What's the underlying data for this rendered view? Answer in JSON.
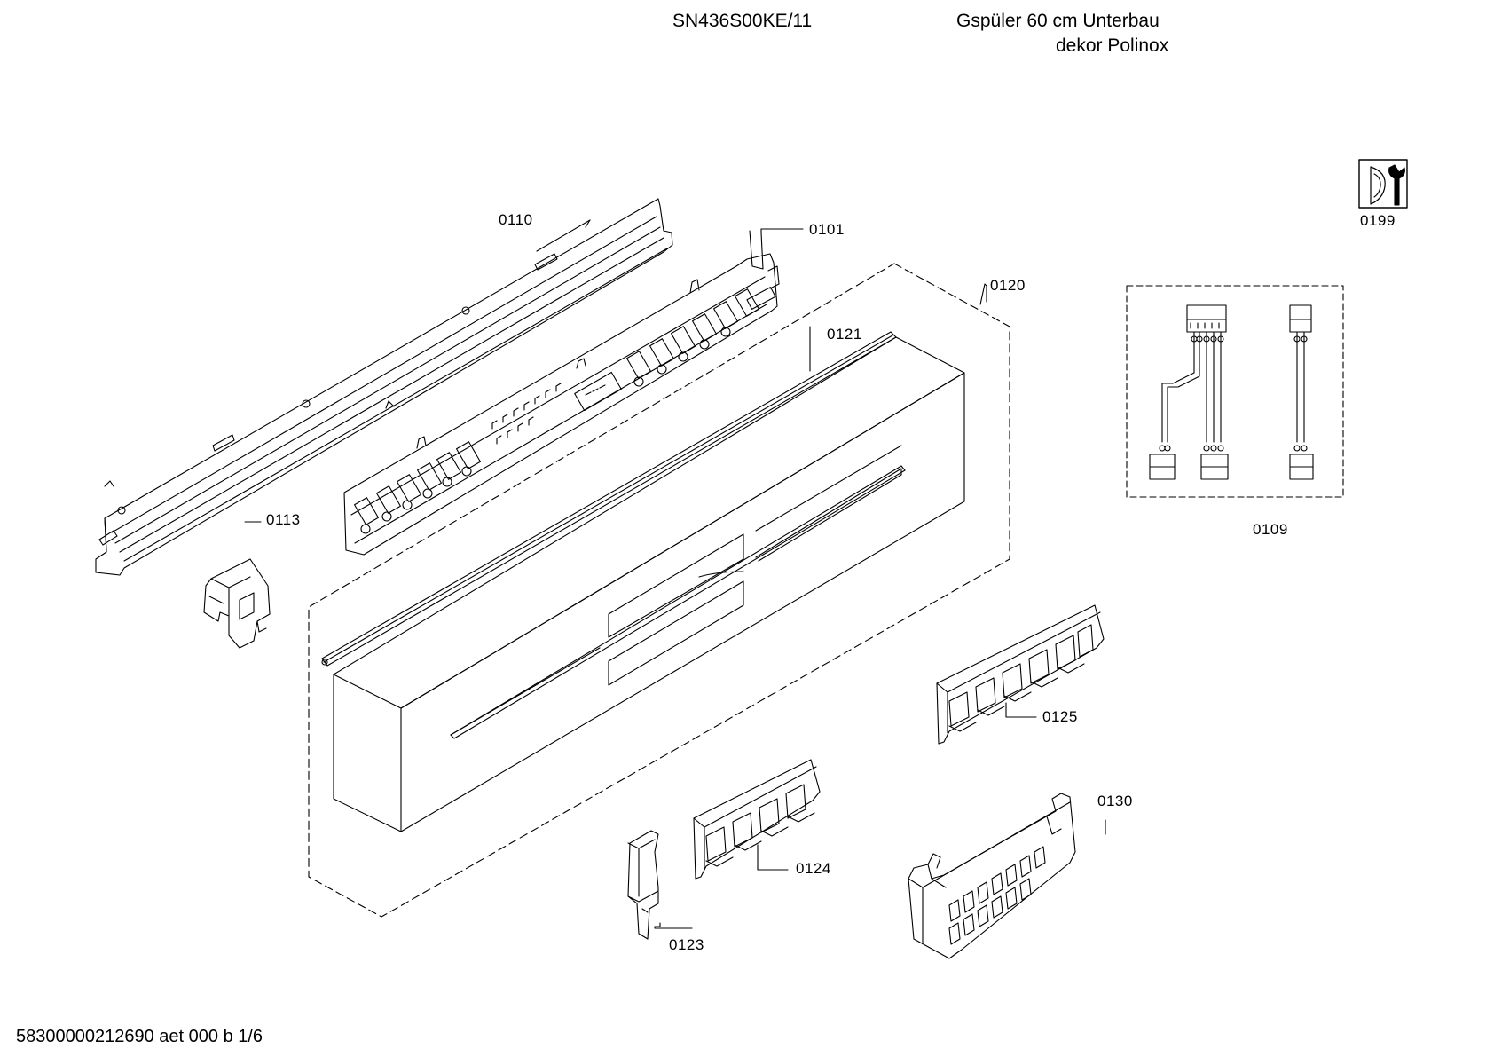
{
  "header": {
    "model": "SN436S00KE/11",
    "description_line1": "Gspüler 60 cm Unterbau",
    "description_line2": "dekor Polinox"
  },
  "footer": {
    "doc_id": "58300000212690 aet 000 b 1/6"
  },
  "parts": [
    {
      "id": "0110"
    },
    {
      "id": "0101"
    },
    {
      "id": "0120"
    },
    {
      "id": "0121"
    },
    {
      "id": "0113"
    },
    {
      "id": "0199"
    },
    {
      "id": "0109"
    },
    {
      "id": "0125"
    },
    {
      "id": "0130"
    },
    {
      "id": "0124"
    },
    {
      "id": "0123"
    }
  ],
  "icons": {
    "service": "service-wrench-icon"
  },
  "colors": {
    "line": "#000000",
    "background": "#ffffff"
  }
}
